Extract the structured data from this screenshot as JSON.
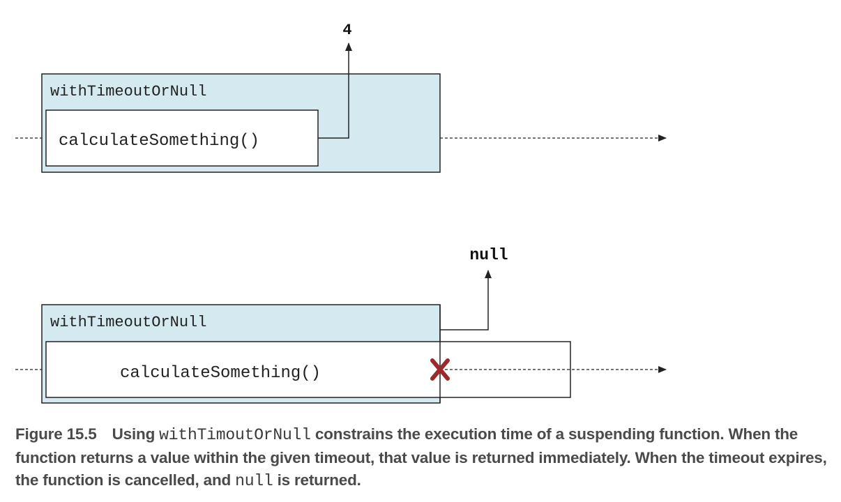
{
  "top_panel": {
    "outer_label": "withTimeoutOrNull",
    "inner_label": "calculateSomething()",
    "result": "4"
  },
  "bottom_panel": {
    "outer_label": "withTimeoutOrNull",
    "inner_label": "calculateSomething()",
    "result": "null"
  },
  "caption": {
    "figure_number": "Figure 15.5",
    "text_1": "Using ",
    "code_1": "withTimoutOrNull",
    "text_2": " constrains the execution time of a suspending function. When the function returns a value within the given timeout, that value is returned immediately. When the timeout expires, the function is cancelled, and ",
    "code_2": "null",
    "text_3": " is returned."
  },
  "colors": {
    "panel_fill": "#d4eaf0",
    "cancel_mark": "#9b2a2a",
    "stroke": "#222222"
  }
}
